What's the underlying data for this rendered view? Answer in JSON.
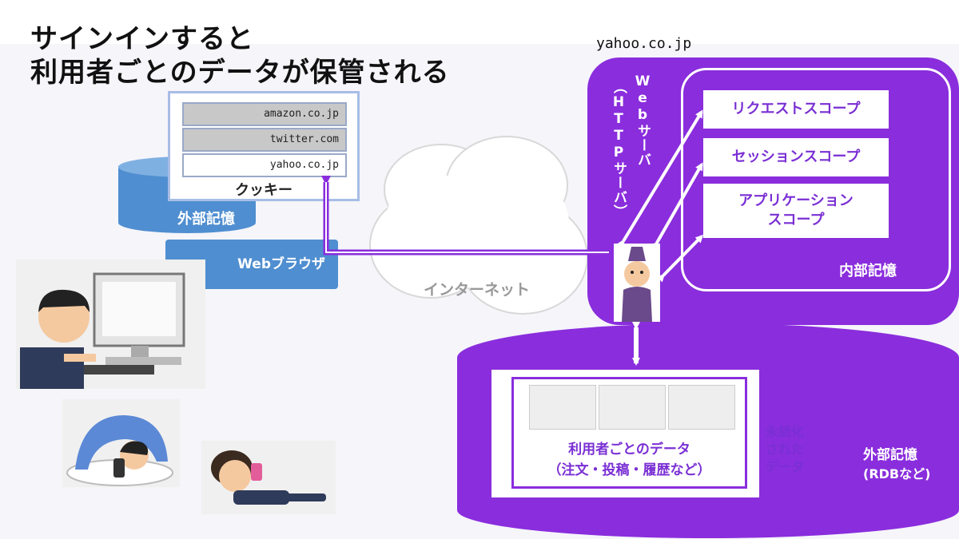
{
  "title": {
    "line1": "サインインすると",
    "line2": "利用者ごとのデータが保管される"
  },
  "server_domain": "yahoo.co.jp",
  "client": {
    "cookies": [
      "amazon.co.jp",
      "twitter.com",
      "yahoo.co.jp"
    ],
    "cookie_label": "クッキー",
    "external_storage_label": "外部記憶",
    "browser_label": "Webブラウザ"
  },
  "network_label": "インターネット",
  "server": {
    "web_server_label": "Webサーバ",
    "http_server_label": "（HTTPサーバ）",
    "scopes": [
      "リクエストスコープ",
      "セッションスコープ"
    ],
    "application_scope": [
      "アプリケーション",
      "スコープ"
    ],
    "internal_memory_label": "内部記憶"
  },
  "database": {
    "data_label_line1": "利用者ごとのデータ",
    "data_label_line2": "（注文・投稿・履歴など）",
    "persisted_label": [
      "永続化",
      "された",
      "データ"
    ],
    "external_storage_label": "外部記憶",
    "rdb_label": "(RDBなど)"
  },
  "colors": {
    "purple": "#8a2ddd",
    "blue": "#4f8ed0",
    "cookie_gray": "#c8c8c8"
  }
}
